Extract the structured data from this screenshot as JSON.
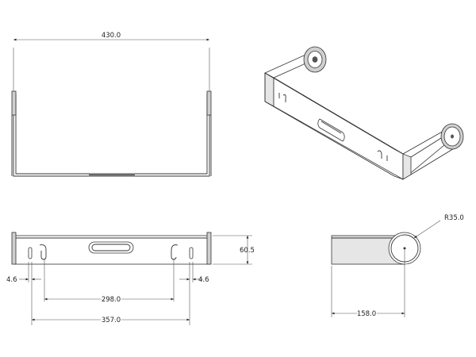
{
  "dimensions": {
    "top_width": "430.0",
    "height": "60.5",
    "left_offset": "4.6",
    "right_offset": "4.6",
    "inner_span": "298.0",
    "outer_span": "357.0",
    "depth": "158.0",
    "radius": "R35.0"
  },
  "colors": {
    "line": "#333333",
    "fill_grey": "#cfcfcf",
    "fill_light": "#e6e6e6",
    "background": "#ffffff"
  }
}
